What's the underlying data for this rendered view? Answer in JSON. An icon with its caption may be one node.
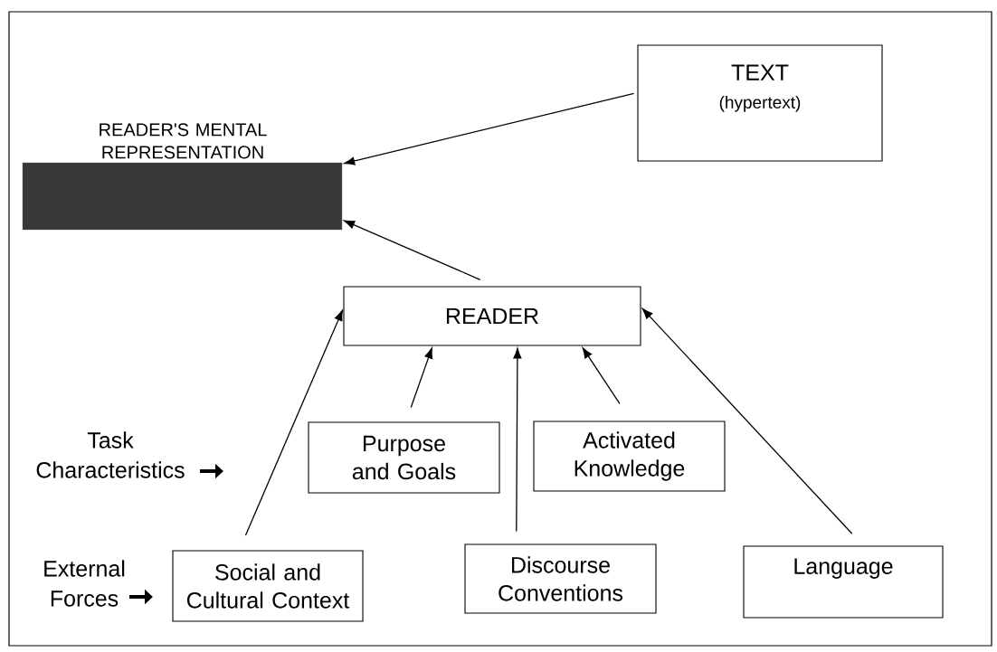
{
  "diagram": {
    "nodes": [
      {
        "text": [
          "READER'S MENTAL REPRESENTATION"
        ]
      },
      {
        "text": [
          "TEXT",
          "(hypertext)"
        ]
      },
      {
        "text": [
          "READER"
        ]
      },
      {
        "text": [
          "Purpose and Goals"
        ]
      },
      {
        "text": [
          "Activated Knowledge"
        ]
      },
      {
        "text": [
          "Social and Cultural Context"
        ]
      },
      {
        "text": [
          "Discourse Conventions"
        ]
      },
      {
        "text": [
          "Language"
        ]
      }
    ],
    "edges": [
      {
        "from": 1,
        "to": 0,
        "arrow": "to"
      },
      {
        "from": 2,
        "to": 0,
        "arrow": "to"
      },
      {
        "from": 5,
        "to": 2,
        "arrow": "to"
      },
      {
        "from": 3,
        "to": 2,
        "arrow": "to"
      },
      {
        "from": 6,
        "to": 2,
        "arrow": "to"
      },
      {
        "from": 4,
        "to": 2,
        "arrow": "to"
      },
      {
        "from": 7,
        "to": 2,
        "arrow": "to"
      }
    ],
    "labels": [
      "Task Characteristics",
      "External Forces"
    ]
  }
}
